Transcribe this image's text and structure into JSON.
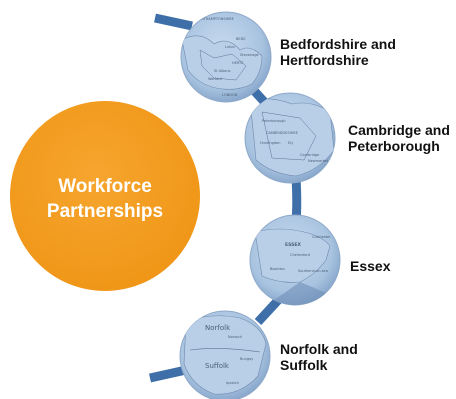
{
  "diagram": {
    "hub_title_line1": "Workforce",
    "hub_title_line2": "Partnerships",
    "hub_color": "#F39A1E",
    "connector_color": "#3F6FA8",
    "map_bubble_color": "#9DB8D8",
    "regions": [
      {
        "line1": "Bedfordshire and",
        "line2": "Hertfordshire",
        "map_texts": [
          "NORTHAMPTONSHIRE",
          "BEDS",
          "Luton",
          "Stevenage",
          "HERTS",
          "St Albans",
          "Watford",
          "LONDON"
        ]
      },
      {
        "line1": "Cambridge and",
        "line2": "Peterborough",
        "map_texts": [
          "Peterborough",
          "CAMBRIDGESHIRE",
          "Huntingdon",
          "Ely",
          "Cambridge",
          "Newmarket"
        ]
      },
      {
        "line1": "Essex",
        "line2": "",
        "map_texts": [
          "ESSEX",
          "Colchester",
          "Chelmsford",
          "Basildon",
          "Southend-on-sea"
        ]
      },
      {
        "line1": "Norfolk and",
        "line2": "Suffolk",
        "map_texts": [
          "Norfolk",
          "Norwich",
          "Suffolk",
          "Bungay",
          "Ipswich"
        ]
      }
    ]
  }
}
